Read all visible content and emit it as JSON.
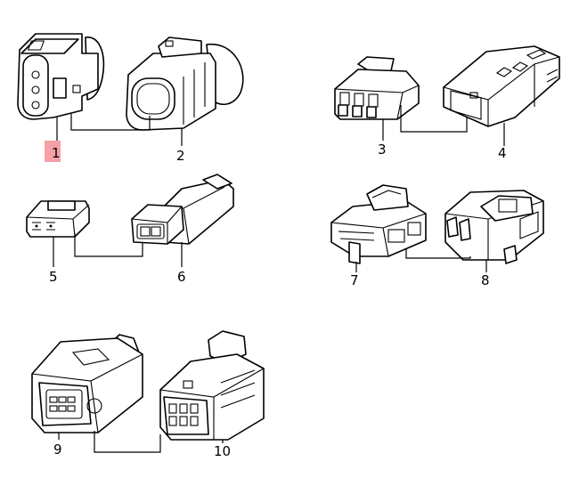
{
  "diagram": {
    "callouts": [
      {
        "id": "1",
        "label": "1",
        "highlighted": true
      },
      {
        "id": "2",
        "label": "2"
      },
      {
        "id": "3",
        "label": "3"
      },
      {
        "id": "4",
        "label": "4"
      },
      {
        "id": "5",
        "label": "5"
      },
      {
        "id": "6",
        "label": "6"
      },
      {
        "id": "7",
        "label": "7"
      },
      {
        "id": "8",
        "label": "8"
      },
      {
        "id": "9",
        "label": "9"
      },
      {
        "id": "10",
        "label": "10"
      }
    ],
    "parts": [
      {
        "id": "1",
        "icon": "3-pin-plug-housing-icon"
      },
      {
        "id": "2",
        "icon": "3-pin-socket-housing-icon"
      },
      {
        "id": "3",
        "icon": "3-pin-flat-connector-icon"
      },
      {
        "id": "4",
        "icon": "3-pin-flat-socket-icon"
      },
      {
        "id": "5",
        "icon": "2-pin-small-plug-icon"
      },
      {
        "id": "6",
        "icon": "2-pin-small-socket-icon"
      },
      {
        "id": "7",
        "icon": "multi-pin-plug-icon"
      },
      {
        "id": "8",
        "icon": "multi-pin-socket-icon"
      },
      {
        "id": "9",
        "icon": "6-pin-plug-housing-icon"
      },
      {
        "id": "10",
        "icon": "6-pin-socket-housing-icon"
      }
    ],
    "highlight_color": "#f4a0a4"
  }
}
